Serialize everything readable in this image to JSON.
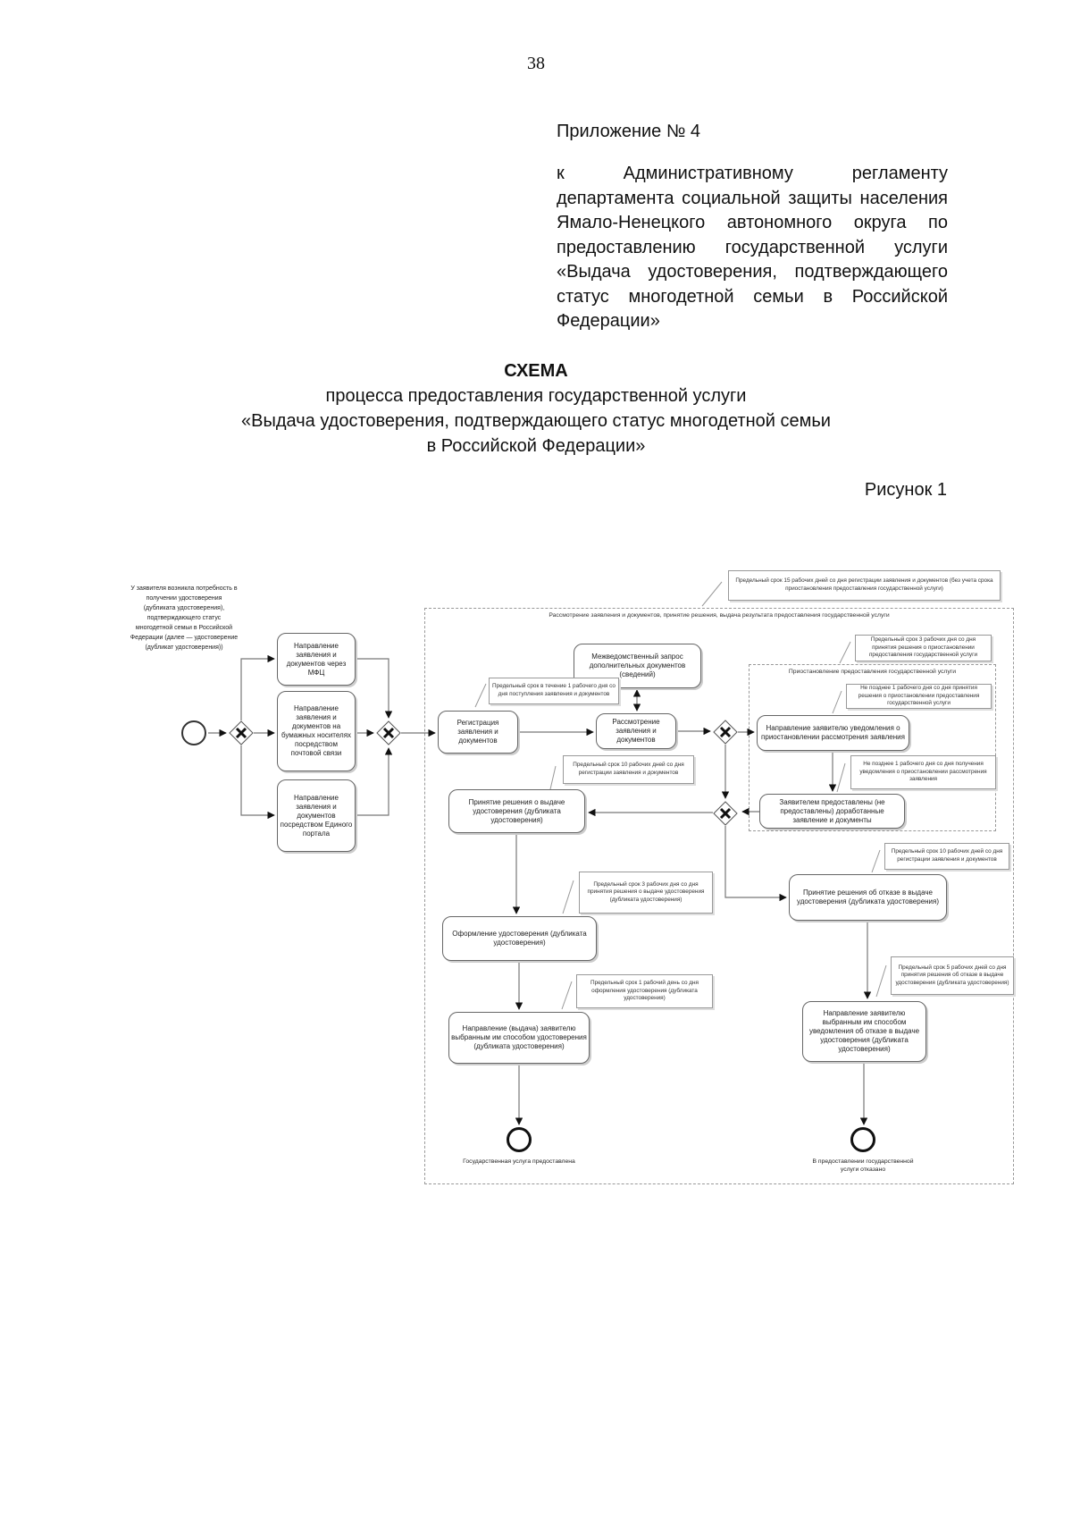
{
  "page_number": "38",
  "header": {
    "appendix_label": "Приложение № 4",
    "appendix_text": "к Административному регламенту департамента социальной защиты населения Ямало-Ненецкого автономного округа по предоставлению государственной услуги «Выдача удостоверения, подтверждающего статус многодетной семьи в Российской Федерации»"
  },
  "title": {
    "line1": "СХЕМА",
    "line2": "процесса предоставления государственной услуги",
    "line3": "«Выдача удостоверения, подтверждающего статус многодетной семьи",
    "line4": "в Российской Федерации»"
  },
  "figure_label": "Рисунок 1",
  "diagram": {
    "start_event_label": "У заявителя возникла потребность в получении удостоверения (дубликата удостоверения), подтверждающего статус многодетной семьи в Российской Федерации (далее — удостоверение (дубликат удостоверения))",
    "main_container_label": "Рассмотрение заявления и документов, принятие решения, выдача результата предоставления государственной услуги",
    "suspend_container_label": "Приостановление предоставления государственной услуги",
    "tasks": {
      "mfc": "Направление заявления и документов через МФЦ",
      "mail": "Направление заявления и документов на бумажных носителях посредством почтовой связи",
      "portal": "Направление заявления и документов посредством Единого портала",
      "register": "Регистрация заявления и документов",
      "consider": "Рассмотрение заявления и документов",
      "interagency": "Межведомственный запрос дополнительных документов (сведений)",
      "notify_suspend": "Направление заявителю уведомления о приостановлении рассмотрения заявления",
      "provided": "Заявителем предоставлены (не предоставлены) доработанные заявление и документы",
      "decide_issue": "Принятие решения о выдаче удостоверения (дубликата удостоверения)",
      "decide_refuse": "Принятие решения об отказе в выдаче удостоверения (дубликата удостоверения)",
      "format_cert": "Оформление удостоверения (дубликата удостоверения)",
      "send_cert": "Направление (выдача) заявителю выбранным им способом удостоверения (дубликата удостоверения)",
      "send_refusal": "Направление заявителю выбранным им способом уведомления об отказе в выдаче удостоверения (дубликата удостоверения)"
    },
    "annotations": {
      "total_term": "Предельный срок 15 рабочих дней со дня регистрации заявления и документов (без учета срока приостановления предоставления государственной услуги)",
      "register_term": "Предельный срок в течение 1 рабочего дня со дня поступления заявления и документов",
      "consider_term": "Предельный срок 10 рабочих дней со дня регистрации заявления и документов",
      "suspend_decision_term": "Предельный срок 3 рабочих дня со дня принятия решения о приостановлении предоставления государственной услуги",
      "notify_suspend_term": "Не позднее 1 рабочего дня со дня принятия решения о приостановлении предоставления государственной услуги",
      "provided_term": "Не позднее 1 рабочего дня со дня получения уведомления о приостановлении рассмотрения заявления",
      "refuse_term": "Предельный срок 10 рабочих дней со дня регистрации заявления и документов",
      "issue_decision_term": "Предельный срок 3 рабочих дня со дня принятия решения о выдаче удостоверения (дубликата удостоверения)",
      "format_term": "Предельный срок 1 рабочий день со дня оформления удостоверения (дубликата удостоверения)",
      "send_refusal_term": "Предельный срок 5 рабочих дней со дня принятия решения об отказе в выдаче удостоверения (дубликата удостоверения)"
    },
    "end_events": {
      "provided_label": "Государственная услуга предоставлена",
      "refused_label": "В предоставлении государственной услуги отказано"
    }
  }
}
